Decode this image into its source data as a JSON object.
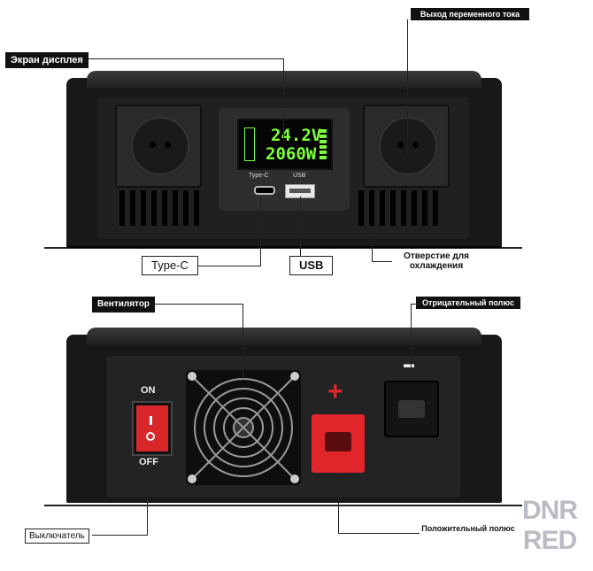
{
  "labels": {
    "display": "Экран дисплея",
    "ac_output": "Выход переменного тока",
    "type_c": "Type-C",
    "usb": "USB",
    "cooling": "Отверстие для охлаждения",
    "fan": "Вентилятор",
    "negative": "Отрицательный полюс",
    "positive": "Положительный полюс",
    "switch": "Выключатель"
  },
  "display": {
    "voltage": "24.2V",
    "power": "2060W"
  },
  "ports": {
    "type_c_caption": "Type-C",
    "usb_caption": "USB"
  },
  "switch": {
    "on": "ON",
    "off": "OFF"
  },
  "terminals": {
    "plus": "+",
    "minus": "▬"
  },
  "watermark": {
    "line1": "DNR",
    "line2": "RED"
  },
  "colors": {
    "body": "#1c1c1c",
    "screen_text": "#7CFF3A",
    "switch_red": "#d8262b",
    "terminal_red": "#e0262b",
    "watermark": "#b9bcc2"
  }
}
